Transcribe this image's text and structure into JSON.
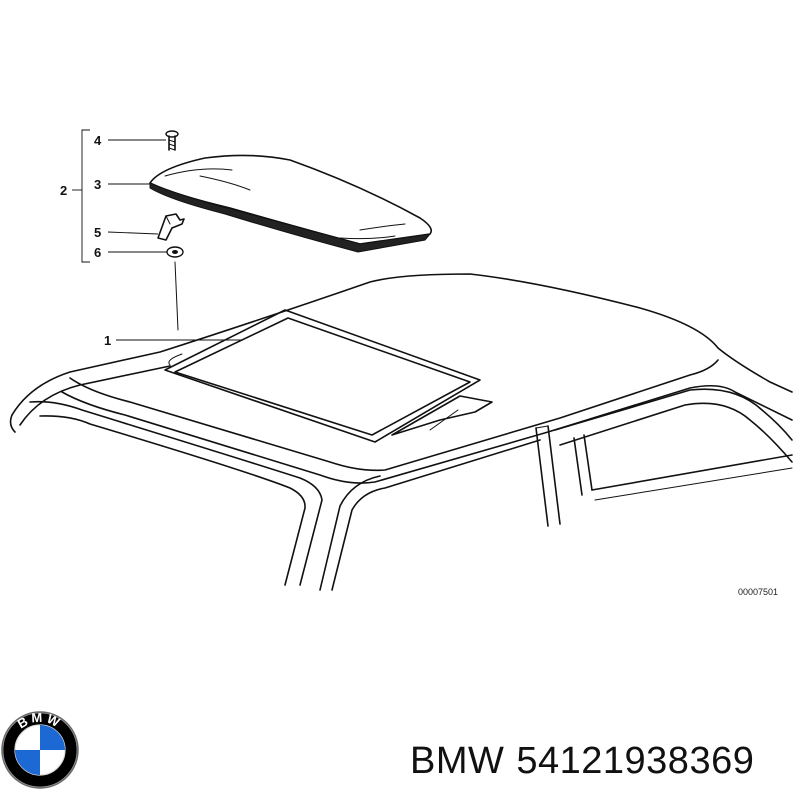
{
  "diagram": {
    "callouts": [
      "1",
      "2",
      "3",
      "4",
      "5",
      "6"
    ],
    "reference_number": "00007501"
  },
  "footer": {
    "brand": "BMW",
    "part_number": "54121938369",
    "logo_letters": "BMW"
  },
  "colors": {
    "ink": "#111111",
    "logo_blue": "#1c69d4",
    "logo_ring": "#000000",
    "background": "#ffffff"
  }
}
